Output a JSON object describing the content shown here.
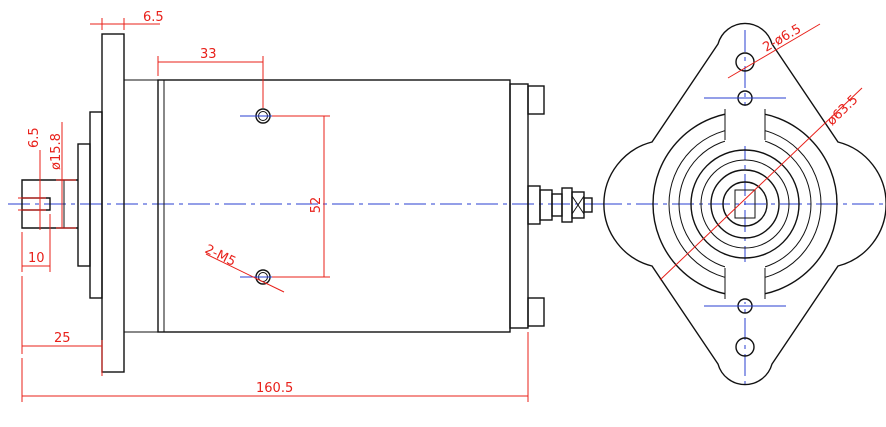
{
  "colors": {
    "outline": "#111111",
    "dimension": "#e8201a",
    "centerline": "#2a3fd0",
    "background": "#ffffff"
  },
  "dimensions": {
    "flange_thickness": "6.5",
    "hole_offset": "33",
    "hole_spacing": "52",
    "thread_callout": "2-M5",
    "shaft_flat": "6.5",
    "shaft_diameter": "ø15.8",
    "shaft_length": "10",
    "shaft_projection": "25",
    "overall_length": "160.5",
    "mount_holes": "2-ø6.5",
    "body_diameter": "ø63.5"
  }
}
